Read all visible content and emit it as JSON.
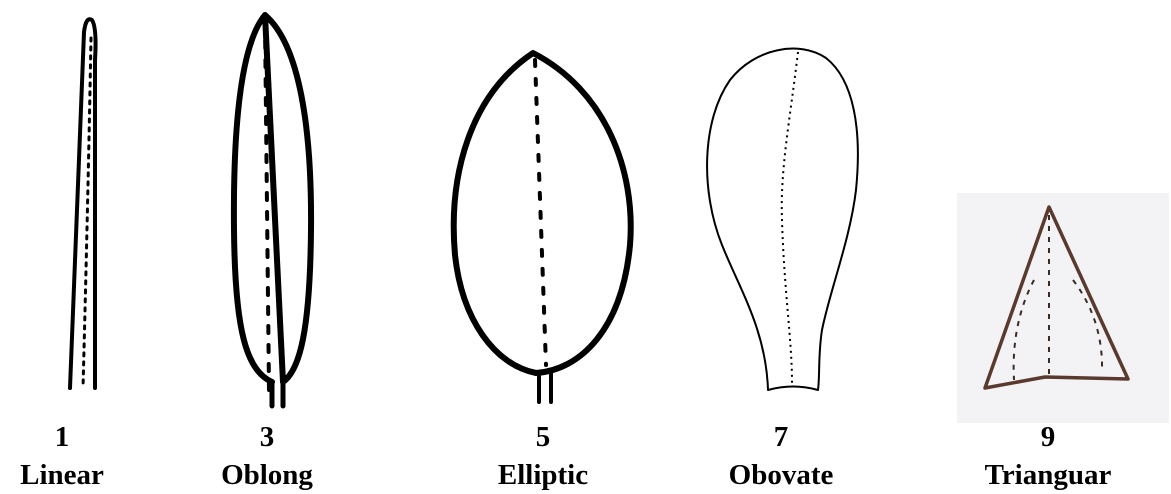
{
  "leaves": [
    {
      "number": "1",
      "name": "Linear"
    },
    {
      "number": "3",
      "name": "Oblong"
    },
    {
      "number": "5",
      "name": "Elliptic"
    },
    {
      "number": "7",
      "name": "Obovate"
    },
    {
      "number": "9",
      "name": "Trianguar"
    }
  ],
  "colors": {
    "outline": "#000000",
    "triangle_outline": "#5a3a2e",
    "triangle_background": "#f3f3f5"
  }
}
